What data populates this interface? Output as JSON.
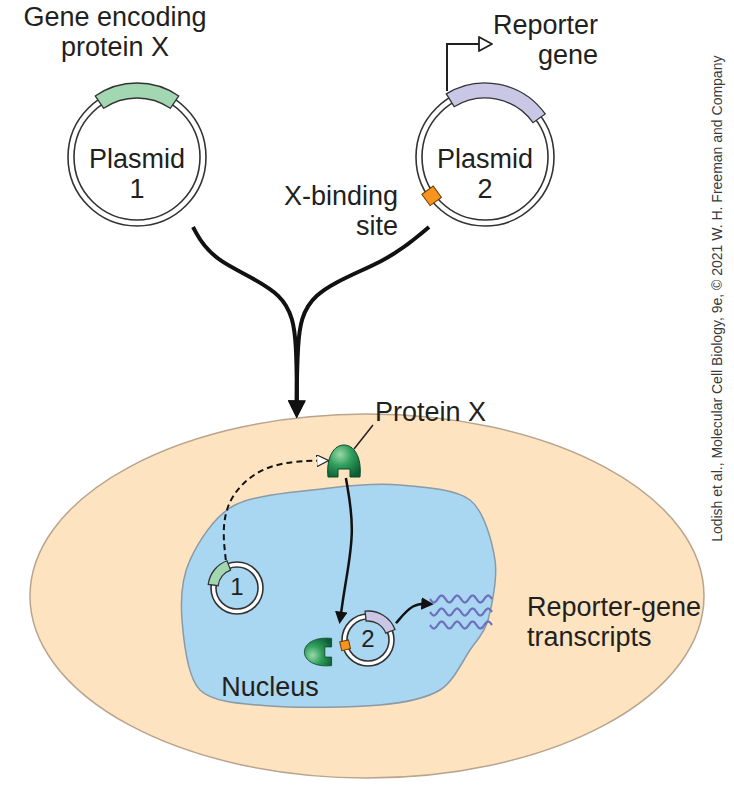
{
  "diagram": {
    "nodes": [
      {
        "text": [
          "Gene encoding protein X",
          "Plasmid 1"
        ]
      },
      {
        "text": [
          "Reporter gene",
          "Plasmid 2"
        ]
      },
      {
        "text": []
      },
      {
        "text": [
          "Protein X"
        ],
        "in": 2
      },
      {
        "text": [
          "Nucleus"
        ],
        "in": 2
      },
      {
        "text": [
          "1"
        ],
        "in": 4
      },
      {
        "text": [
          "2"
        ],
        "in": 4
      },
      {
        "text": [
          "Reporter-gene transcripts"
        ],
        "in": 2
      }
    ],
    "edges": [
      {
        "from": 0,
        "to": 2,
        "arrow": "to"
      },
      {
        "from": 1,
        "to": 2,
        "arrow": "to"
      },
      {
        "from": 5,
        "to": 3,
        "arrow": "to"
      },
      {
        "from": 3,
        "to": 6,
        "arrow": "to"
      },
      {
        "from": 6,
        "to": 7,
        "arrow": "to"
      }
    ],
    "labels": [
      "X-binding site",
      "Lodish et al., Molecular Cell Biology, 9e, © 2021 W. H. Freeman and Company"
    ]
  }
}
